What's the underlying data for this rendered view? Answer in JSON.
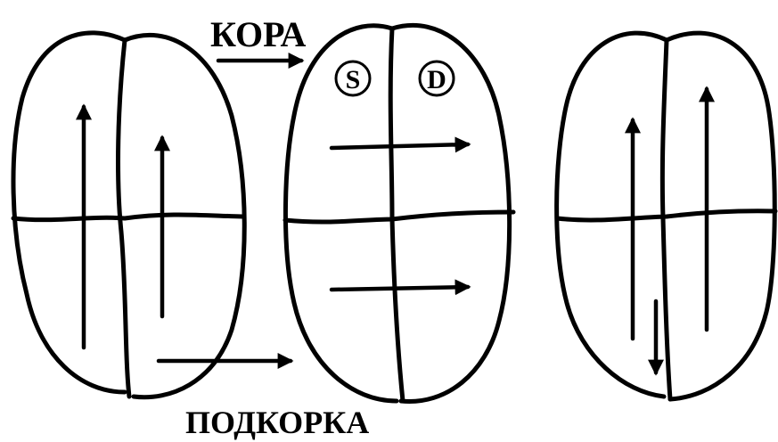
{
  "labels": {
    "cortex": "КОРА",
    "subcortex": "ПОДКОРКА"
  },
  "hemisphere_marks": {
    "left": "S",
    "right": "D"
  },
  "colors": {
    "ink": "#000000",
    "background": "#ffffff"
  }
}
